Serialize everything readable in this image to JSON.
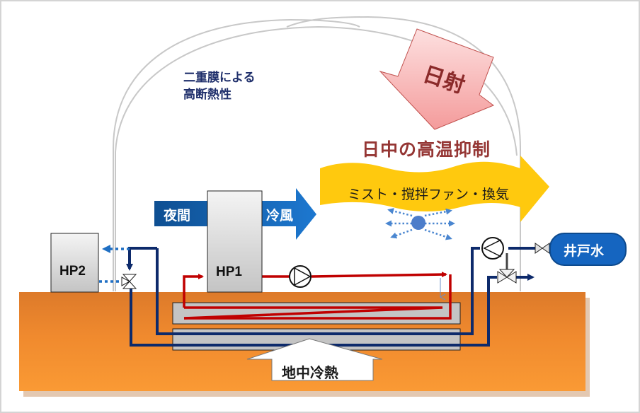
{
  "diagram": {
    "title": "地中冷熱・二重膜ハウス温度制御システム概念図",
    "labels": {
      "insulation_line1": "二重膜による",
      "insulation_line2": "高断熱性",
      "solar": "日射",
      "daytime_heat_control": "日中の高温抑制",
      "mist_fan_ventilation": "ミスト・撹拌ファン・換気",
      "night": "夜間",
      "cold_air": "冷風",
      "hp1": "HP1",
      "hp2": "HP2",
      "well_water": "井戸水",
      "ground_cold": "地中冷熱"
    },
    "colors": {
      "ground": "#f39130",
      "ground_dark": "#dd7a2a",
      "warm_pipe": "#c00000",
      "cold_pipe": "#0d2a6b",
      "dotted_flow": "#1f6fc3",
      "yellow_arrow": "#ffc90e",
      "blue_arrow": "#1f6fc3",
      "solar_arrow": "#f8b4b4",
      "solar_text": "#8b2a2a",
      "heat_text": "#953634",
      "heat_pump_box": "#d0d0d0",
      "well_badge": "#1565c0",
      "greenhouse_outline": "#c8c8c8"
    },
    "components": [
      {
        "id": "hp1",
        "type": "heat-pump"
      },
      {
        "id": "hp2",
        "type": "heat-pump"
      },
      {
        "id": "pump-red",
        "type": "circulation-pump"
      },
      {
        "id": "pump-well",
        "type": "circulation-pump"
      },
      {
        "id": "valve-hp2",
        "type": "three-way-valve"
      },
      {
        "id": "valve-well",
        "type": "gate-valve"
      },
      {
        "id": "valve-out",
        "type": "three-way-valve"
      },
      {
        "id": "heat-exchanger-upper",
        "type": "underground-pipe-bed"
      },
      {
        "id": "heat-exchanger-lower",
        "type": "underground-pipe-bed"
      }
    ]
  }
}
